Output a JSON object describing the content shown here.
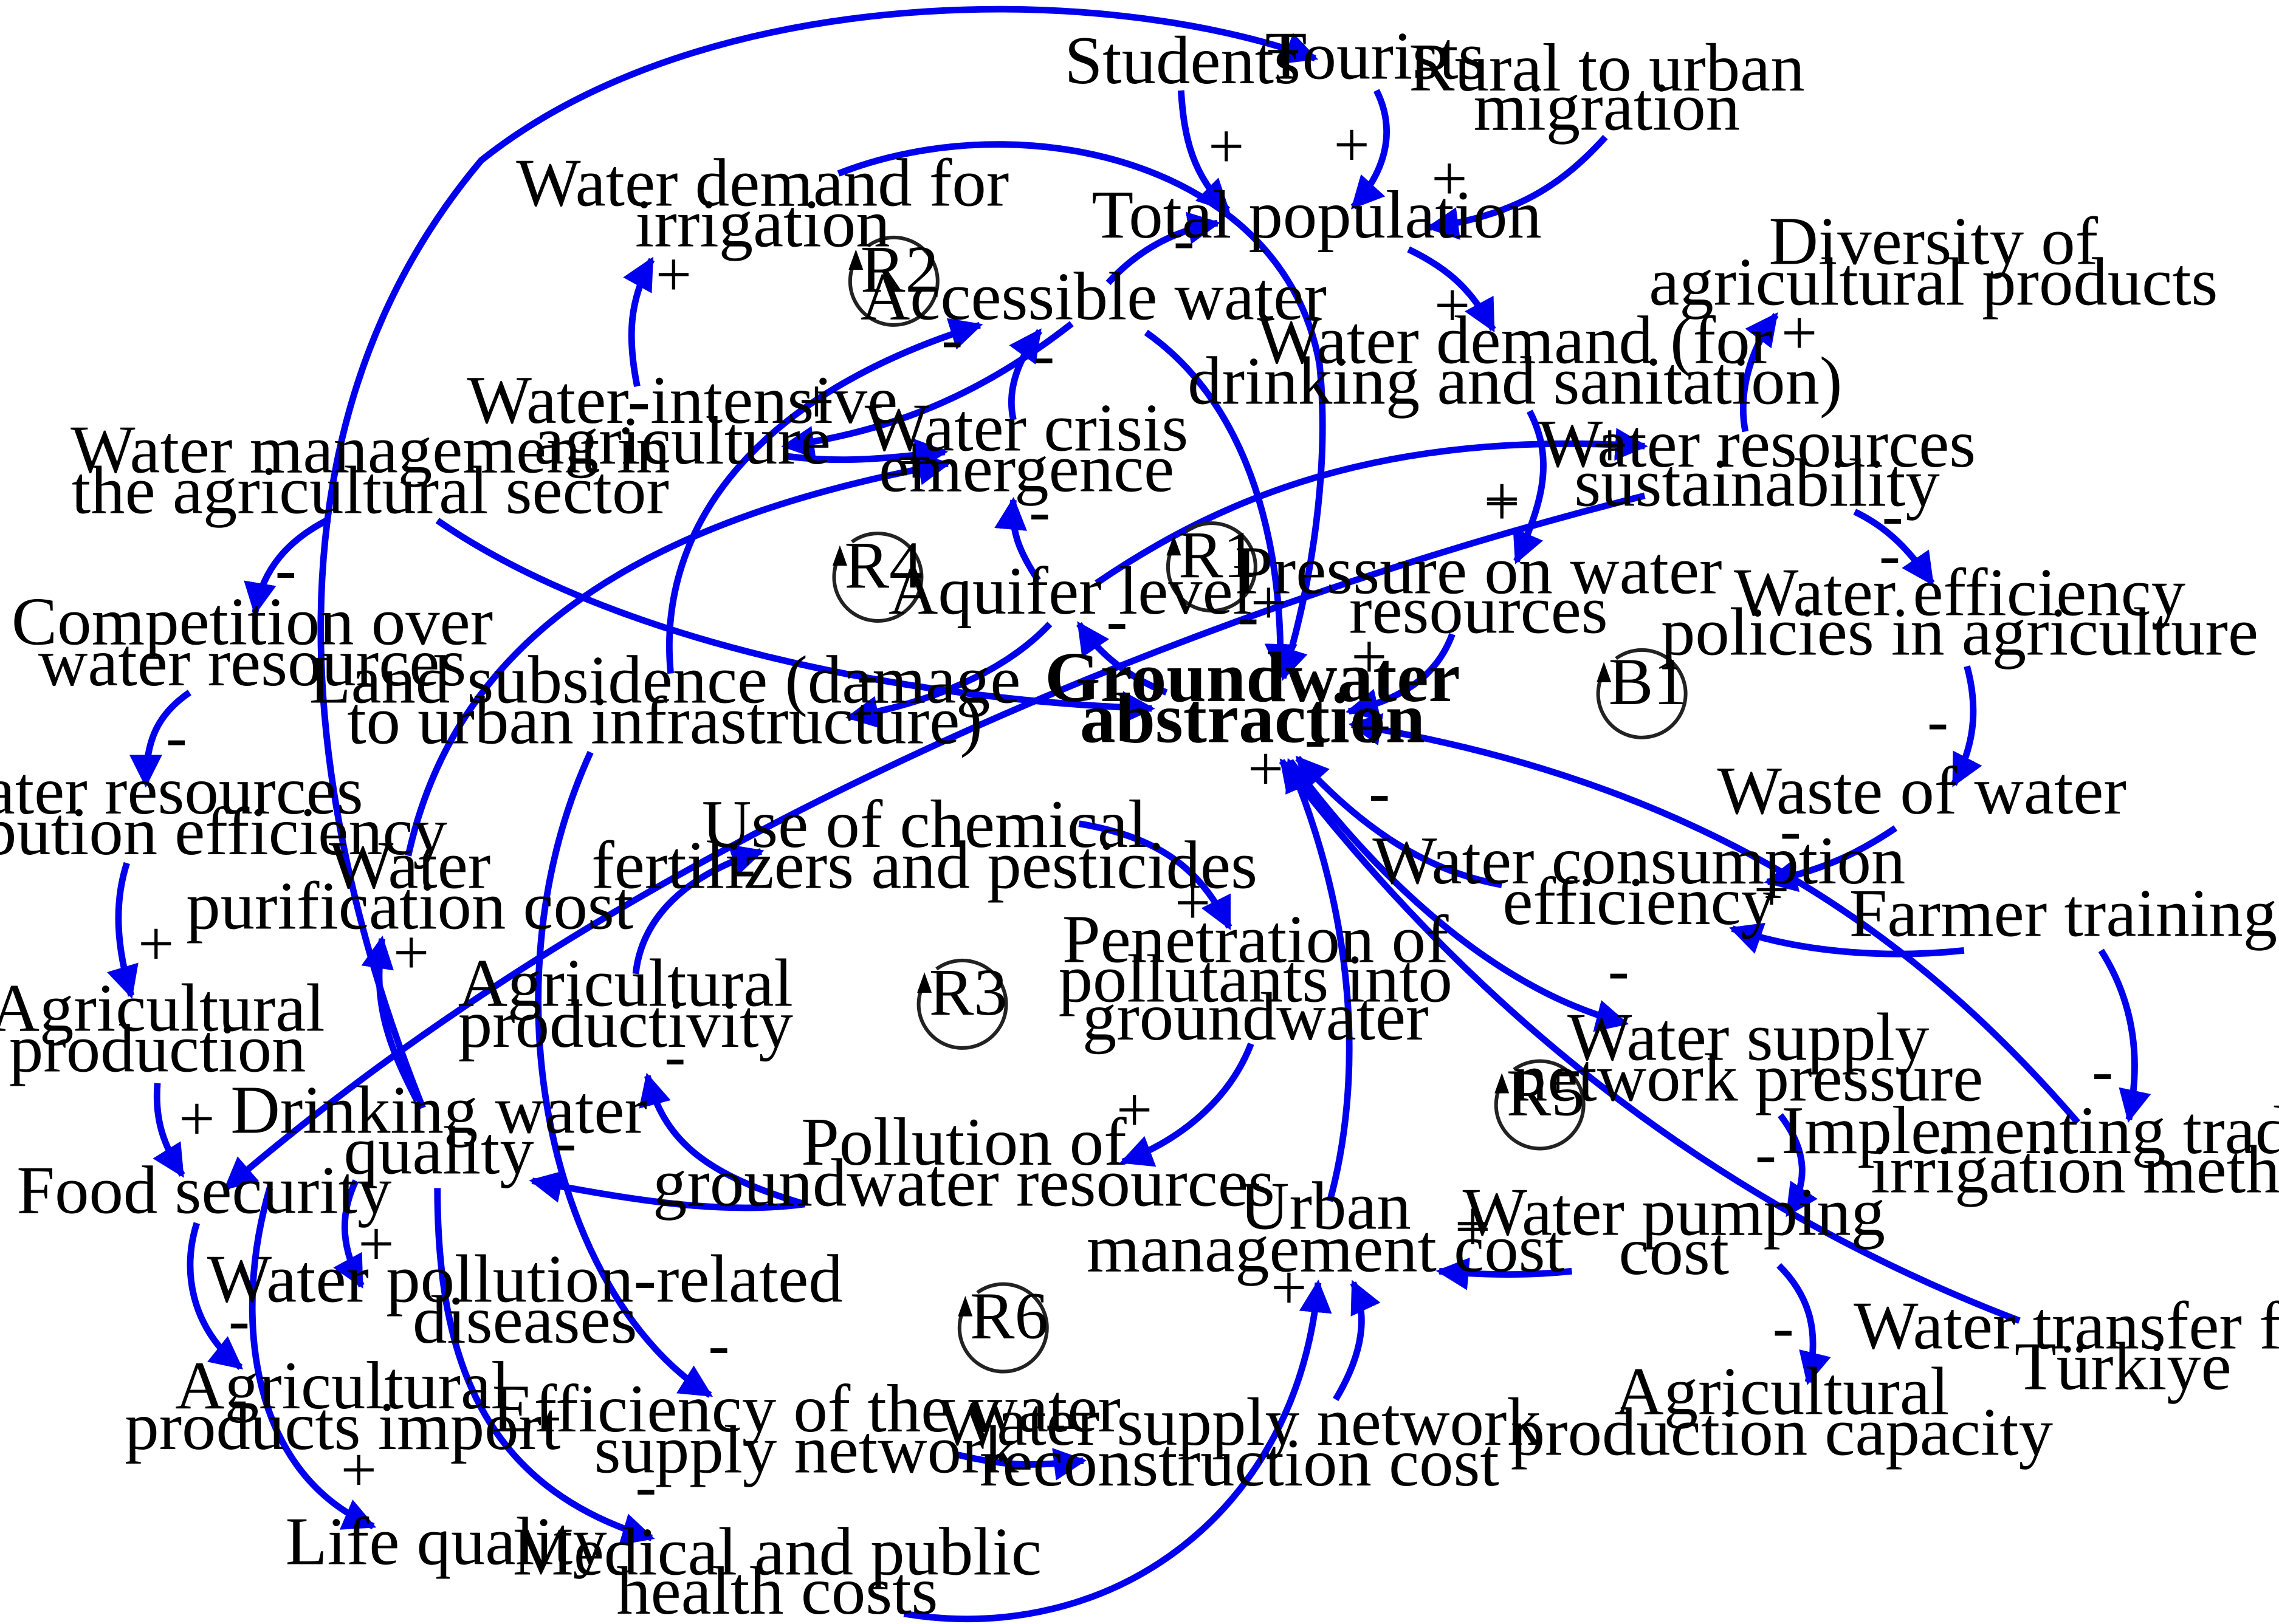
{
  "colors": {
    "link": "#0000ee",
    "text": "#000000",
    "loop_marker": "#000000"
  },
  "nodes": {
    "students": "Students",
    "tourists": "Tourists",
    "rural_migration": [
      "Rural to urban",
      "migration"
    ],
    "total_population": "Total population",
    "water_demand_irrigation": [
      "Water demand for",
      "irrigation"
    ],
    "accessible_water": "Accessible water",
    "diversity_products": [
      "Diversity of",
      "agricultural products"
    ],
    "water_demand_drinking": [
      "Water demand (for",
      "drinking and sanitation)"
    ],
    "water_intensive_agri": [
      "Water-intensive",
      "agriculture"
    ],
    "water_crisis": [
      "Water crisis",
      "emergence"
    ],
    "water_resources_sustainability": [
      "Water resources",
      "sustainability"
    ],
    "water_mgmt_agri": [
      "Water management in",
      "the agricultural sector"
    ],
    "pressure_water": [
      "Pressure on water",
      "resources"
    ],
    "aquifer_level": "Aquifer level",
    "water_efficiency_policies": [
      "Water efficiency",
      "policies in agriculture"
    ],
    "competition": [
      "Competition over",
      "water resources"
    ],
    "land_subsidence": [
      "Land subsidence (damage",
      "to urban infrastructure)"
    ],
    "groundwater_abstraction": [
      "Groundwater",
      "abstraction"
    ],
    "waste_of_water": "Waste of water",
    "distribution_efficiency": [
      "Water resources",
      "distribution efficiency"
    ],
    "chemical_fertilizers": [
      "Use of chemical",
      "fertilizers and pesticides"
    ],
    "water_purification_cost": [
      "Water",
      "purification cost"
    ],
    "water_consumption_efficiency": [
      "Water consumption",
      "efficiency"
    ],
    "farmer_training": "Farmer training",
    "penetration_pollutants": [
      "Penetration of",
      "pollutants into",
      "groundwater"
    ],
    "agri_productivity": [
      "Agricultural",
      "productivity"
    ],
    "agri_production": [
      "Agricultural",
      "production"
    ],
    "water_supply_pressure": [
      "Water supply",
      "network pressure"
    ],
    "drinking_water_quality": [
      "Drinking water",
      "quality"
    ],
    "pollution_groundwater": [
      "Pollution of",
      "groundwater resources"
    ],
    "traditional_irrigation": [
      "Implementing traditional",
      "irrigation methods"
    ],
    "food_security": "Food security",
    "urban_mgmt_cost": [
      "Urban",
      "management cost"
    ],
    "water_pumping_cost": [
      "Water pumping",
      "cost"
    ],
    "pollution_diseases": [
      "Water pollution-related",
      "diseases"
    ],
    "water_transfer": [
      "Water transfer from",
      "Türkiye"
    ],
    "agri_import": [
      "Agricultural",
      "products import"
    ],
    "efficiency_supply_network": [
      "Efficiency of the water",
      "supply network"
    ],
    "reconstruction_cost": [
      "Water supply network",
      "reconstruction cost"
    ],
    "agri_capacity": [
      "Agricultural",
      "production capacity"
    ],
    "life_quality": "Life quality",
    "medical_costs": [
      "Medical and public",
      "health costs"
    ]
  },
  "loops": [
    "R1",
    "R2",
    "R3",
    "R4",
    "R5",
    "R6",
    "B1"
  ]
}
